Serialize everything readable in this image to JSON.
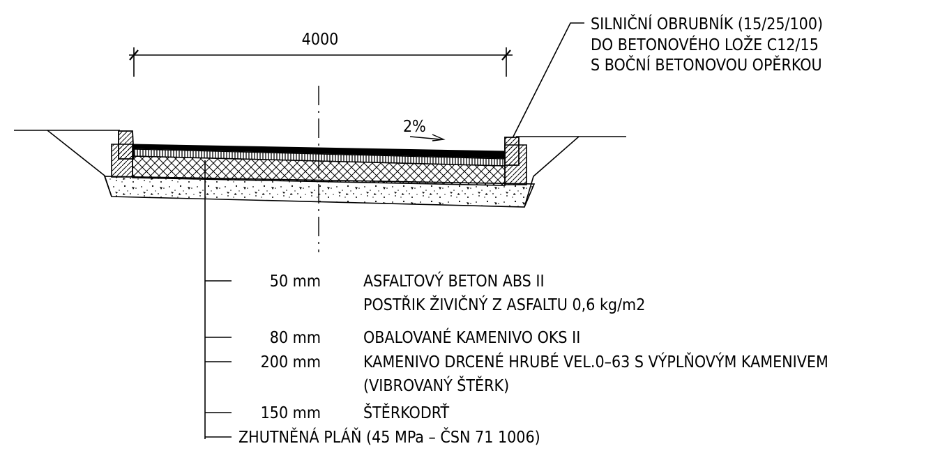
{
  "dimension": {
    "width_label": "4000"
  },
  "slope": {
    "label": "2%"
  },
  "curb_note": {
    "lines": [
      "SILNIČNÍ OBRUBNÍK (15/25/100)",
      "DO BETONOVÉHO LOŽE C12/15",
      "S BOČNÍ BETONOVOU OPĚRKOU"
    ]
  },
  "layers": [
    {
      "thickness": "50 mm",
      "description": "ASFALTOVÝ BETON ABS II",
      "leader": true
    },
    {
      "thickness": "",
      "description": "POSTŘIK ŽIVIČNÝ Z ASFALTU 0,6 kg/m2",
      "leader": false
    },
    {
      "thickness": "80 mm",
      "description": "OBALOVANÉ KAMENIVO OKS II",
      "leader": true
    },
    {
      "thickness": "200 mm",
      "description": "KAMENIVO DRCENÉ HRUBÉ VEL.0–63 S VÝPLŇOVÝM KAMENIVEM",
      "leader": true
    },
    {
      "thickness": "",
      "description": "(VIBROVANÝ ŠTĚRK)",
      "leader": false
    },
    {
      "thickness": "150 mm",
      "description": "ŠTĚRKODRŤ",
      "leader": true
    },
    {
      "thickness": "",
      "description": "ZHUTNĚNÁ PLÁŇ (45 MPa – ČSN 71 1006)",
      "leader": true
    }
  ],
  "colors": {
    "line": "#000000",
    "background": "#ffffff"
  }
}
